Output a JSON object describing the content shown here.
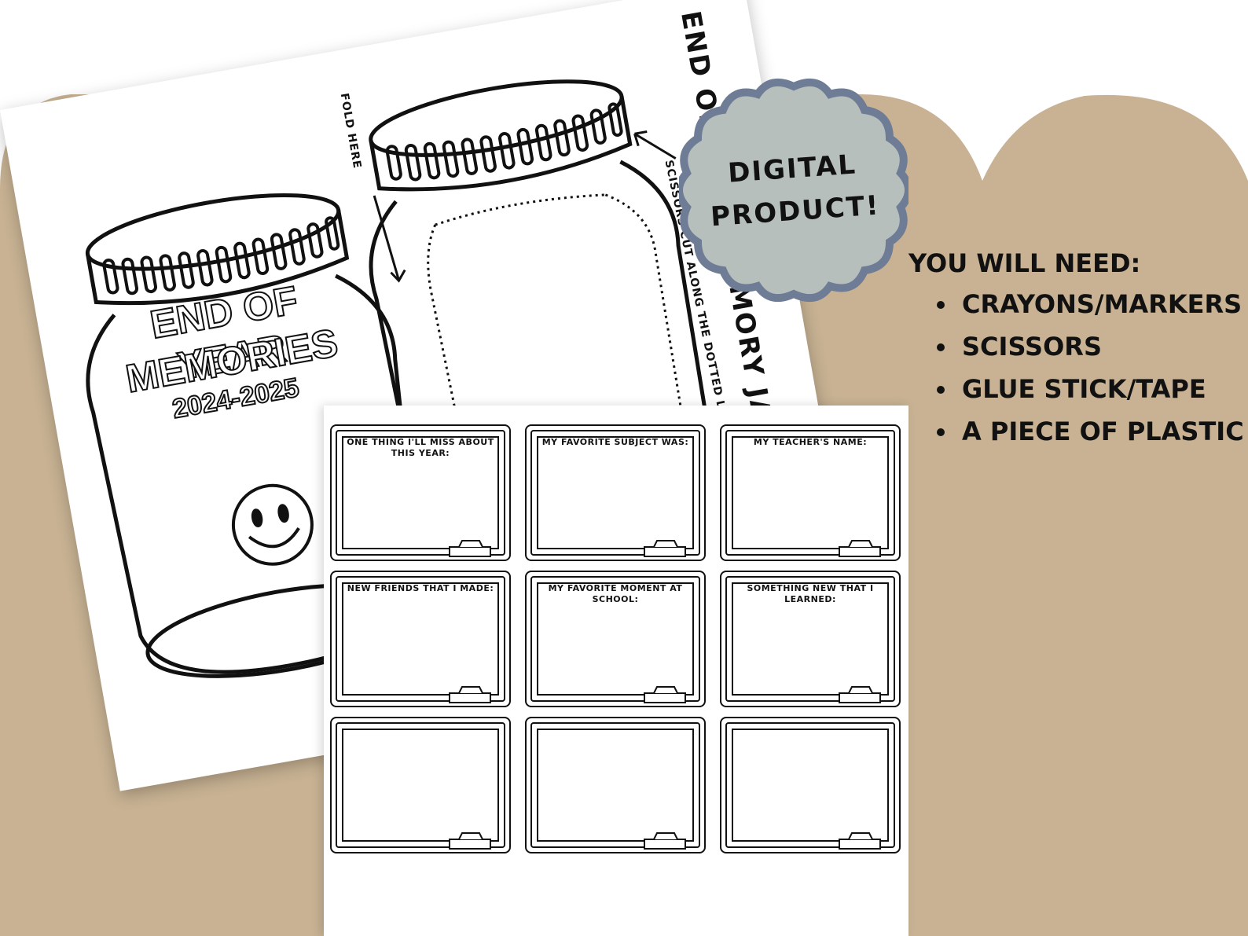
{
  "colors": {
    "background": "#c8b293",
    "badge_fill": "#b7bfbd",
    "badge_outline": "#6e7d95",
    "ink": "#111111"
  },
  "back_sheet": {
    "title": "END OF YEAR MEMORY JAR",
    "fold_label": "FOLD HERE",
    "cut_label": "SCISSORS CUT ALONG THE DOTTED LINES",
    "jar_title_line1": "END OF YEAR",
    "jar_title_line2": "MEMORIES",
    "jar_years": "2024-2025",
    "icons": [
      "jar-icon",
      "smiley-face-icon",
      "arrow-icon"
    ]
  },
  "badge": {
    "line1": "DIGITAL",
    "line2": "PRODUCT!"
  },
  "needs": {
    "title": "YOU WILL NEED:",
    "items": [
      "CRAYONS/MARKERS",
      "SCISSORS",
      "GLUE STICK/TAPE",
      "A PIECE OF PLASTIC"
    ]
  },
  "cards": [
    {
      "label": "ONE THING I'LL MISS ABOUT THIS YEAR:"
    },
    {
      "label": "MY FAVORITE SUBJECT WAS:"
    },
    {
      "label": "MY TEACHER'S NAME:"
    },
    {
      "label": "NEW FRIENDS THAT I MADE:"
    },
    {
      "label": "MY FAVORITE MOMENT AT SCHOOL:"
    },
    {
      "label": "SOMETHING NEW THAT I LEARNED:"
    },
    {
      "label": ""
    },
    {
      "label": ""
    },
    {
      "label": ""
    }
  ]
}
